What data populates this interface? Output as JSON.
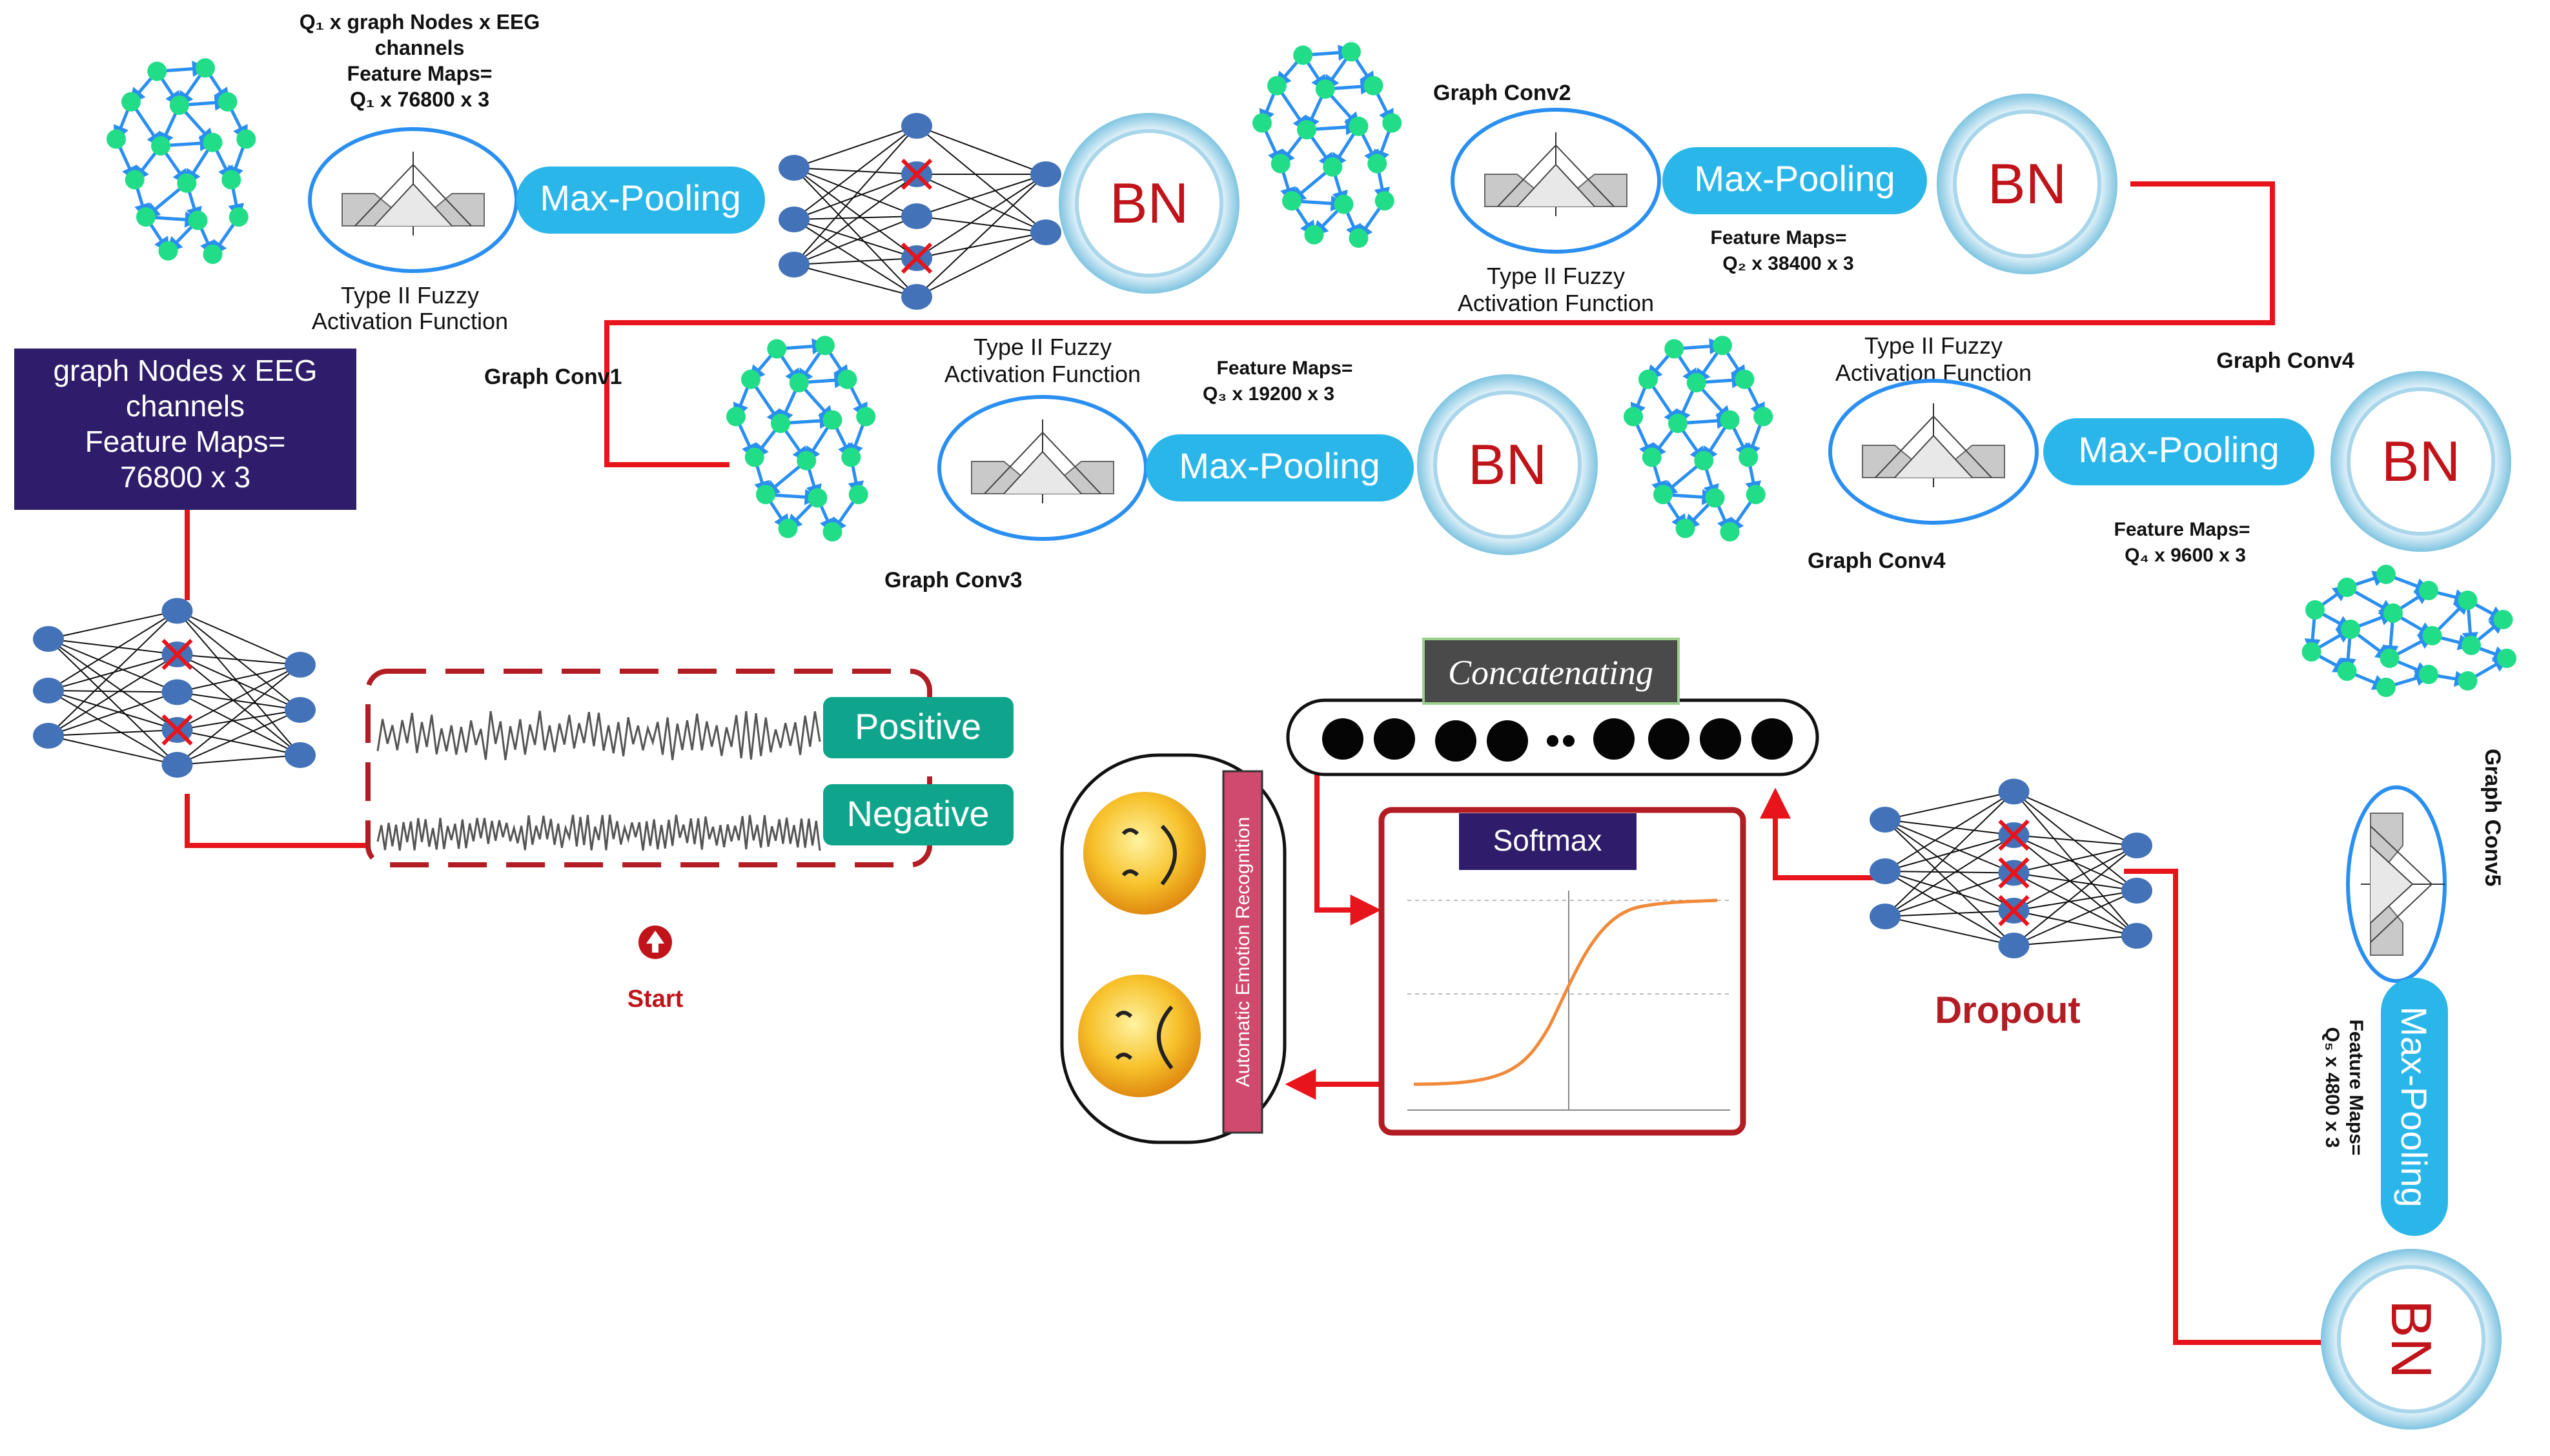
{
  "labels": {
    "top_feature_text": [
      "Q₁ x graph Nodes x EEG",
      "channels",
      "Feature Maps=",
      "Q₁ x 76800 x 3"
    ],
    "input_box": [
      "graph Nodes x EEG",
      "channels",
      "Feature Maps=",
      "76800 x 3"
    ],
    "fuzzy_label": [
      "Type II Fuzzy",
      "Activation Function"
    ],
    "max_pooling": "Max-Pooling",
    "bn": "BN",
    "graph_conv1": "Graph Conv1",
    "graph_conv2": "Graph Conv2",
    "graph_conv3": "Graph Conv3",
    "graph_conv4": "Graph Conv4",
    "graph_conv5": "Graph Conv5",
    "fm2": [
      "Feature Maps=",
      "Q₂ x 38400 x 3"
    ],
    "fm3": [
      "Feature Maps=",
      "Q₃ x 19200 x 3"
    ],
    "fm4": [
      "Feature Maps=",
      "Q₄ x 9600 x 3"
    ],
    "fm5": [
      "Feature Maps=",
      "Q₅ x 4800 x 3"
    ],
    "positive": "Positive",
    "negative": "Negative",
    "start": "Start",
    "concatenating": "Concatenating",
    "softmax": "Softmax",
    "dropout": "Dropout",
    "aer": "Automatic Emotion Recognition"
  },
  "colors": {
    "red_line": "#e8141b",
    "graph_node": "#22dd88",
    "graph_edge": "#2a8ff0",
    "pool": "#2bb6ea",
    "bn_ring": "#7fc4e0",
    "bn_text": "#c0141a",
    "input_box": "#2f1d6b",
    "label_green": "#0fa58d",
    "softmax_curve": "#f08a3a",
    "nn_node": "#4372b8",
    "dropout_red": "#b21d24",
    "aer_bar": "#d04a6e",
    "concat_label_bg": "#4a4a4a",
    "softmax_label_bg": "#2f1d6b"
  }
}
